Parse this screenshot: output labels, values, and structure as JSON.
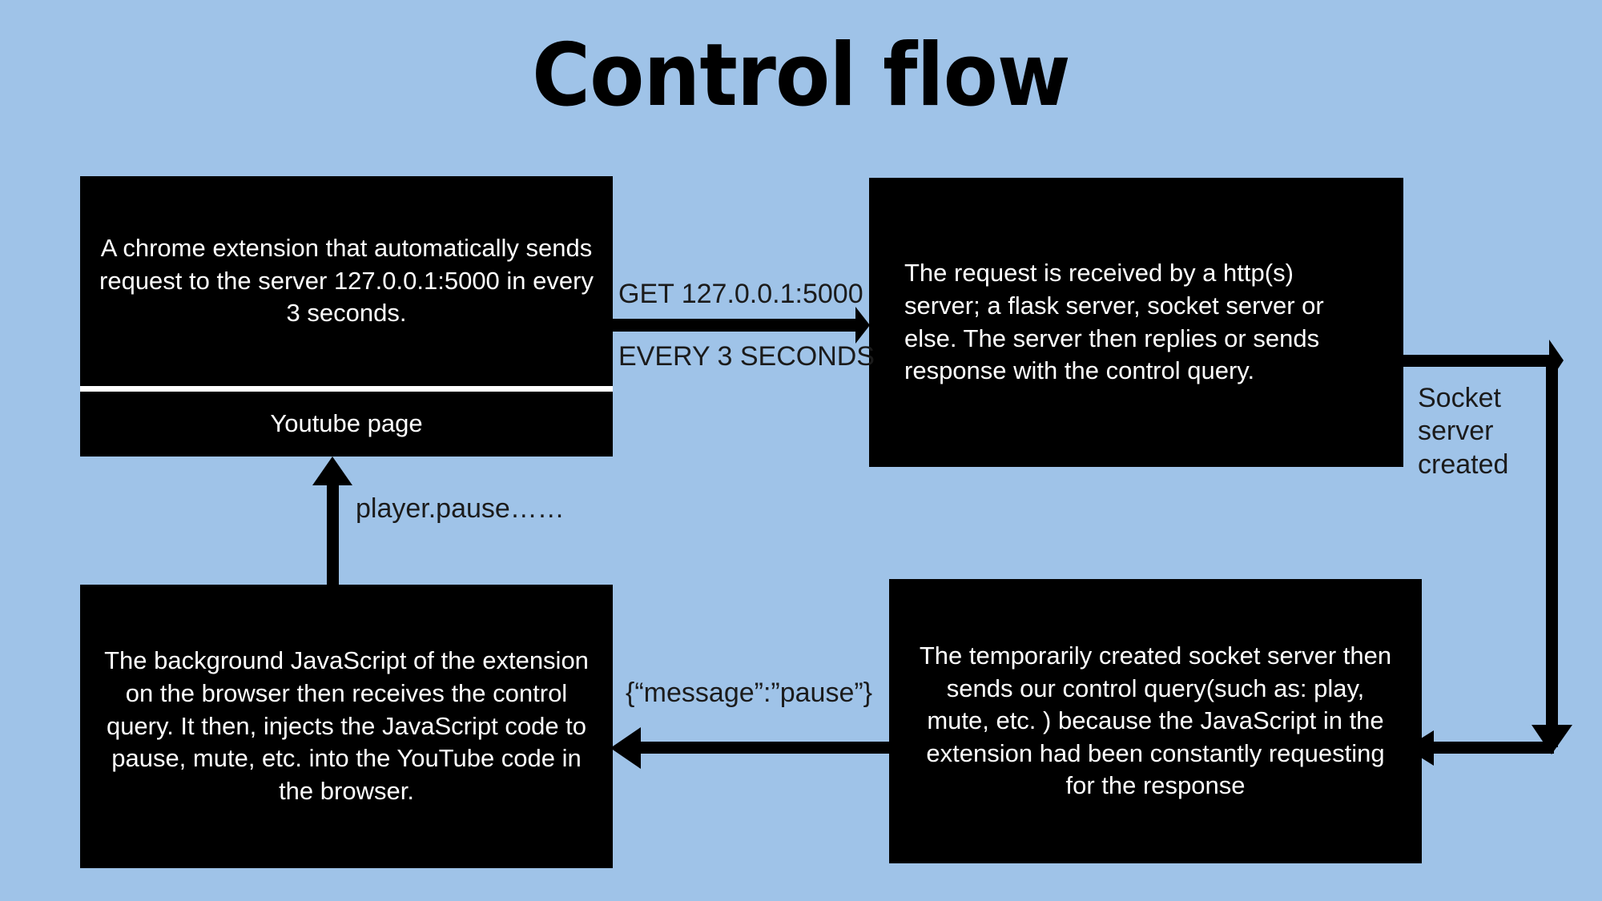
{
  "title": "Control flow",
  "background_color": "#9fc3e8",
  "box_color": "#000000",
  "box_text_color": "#ffffff",
  "label_color": "#1b1b1b",
  "boxes": {
    "extension": {
      "body": "A chrome extension that automatically sends request to the server 127.0.0.1:5000 in every 3 seconds.",
      "footer": "Youtube page"
    },
    "server": {
      "body": "The request is received by a http(s) server; a flask server, socket server or else. The server then replies or sends response with the control query."
    },
    "background_js": {
      "body": "The background JavaScript of the extension on the browser then receives the control query. It then, injects the JavaScript code to pause, mute, etc. into the YouTube code in the browser."
    },
    "socket_server": {
      "body": "The temporarily created socket server then sends our control query(such as: play, mute, etc. ) because the JavaScript in the extension had been constantly requesting for the response"
    }
  },
  "edges": {
    "get_request": "GET 127.0.0.1:5000",
    "every_3_seconds": "EVERY 3 SECONDS",
    "socket_server_created": "Socket server created",
    "player_pause": "player.pause……",
    "message_pause": "{“message”:”pause”}"
  }
}
